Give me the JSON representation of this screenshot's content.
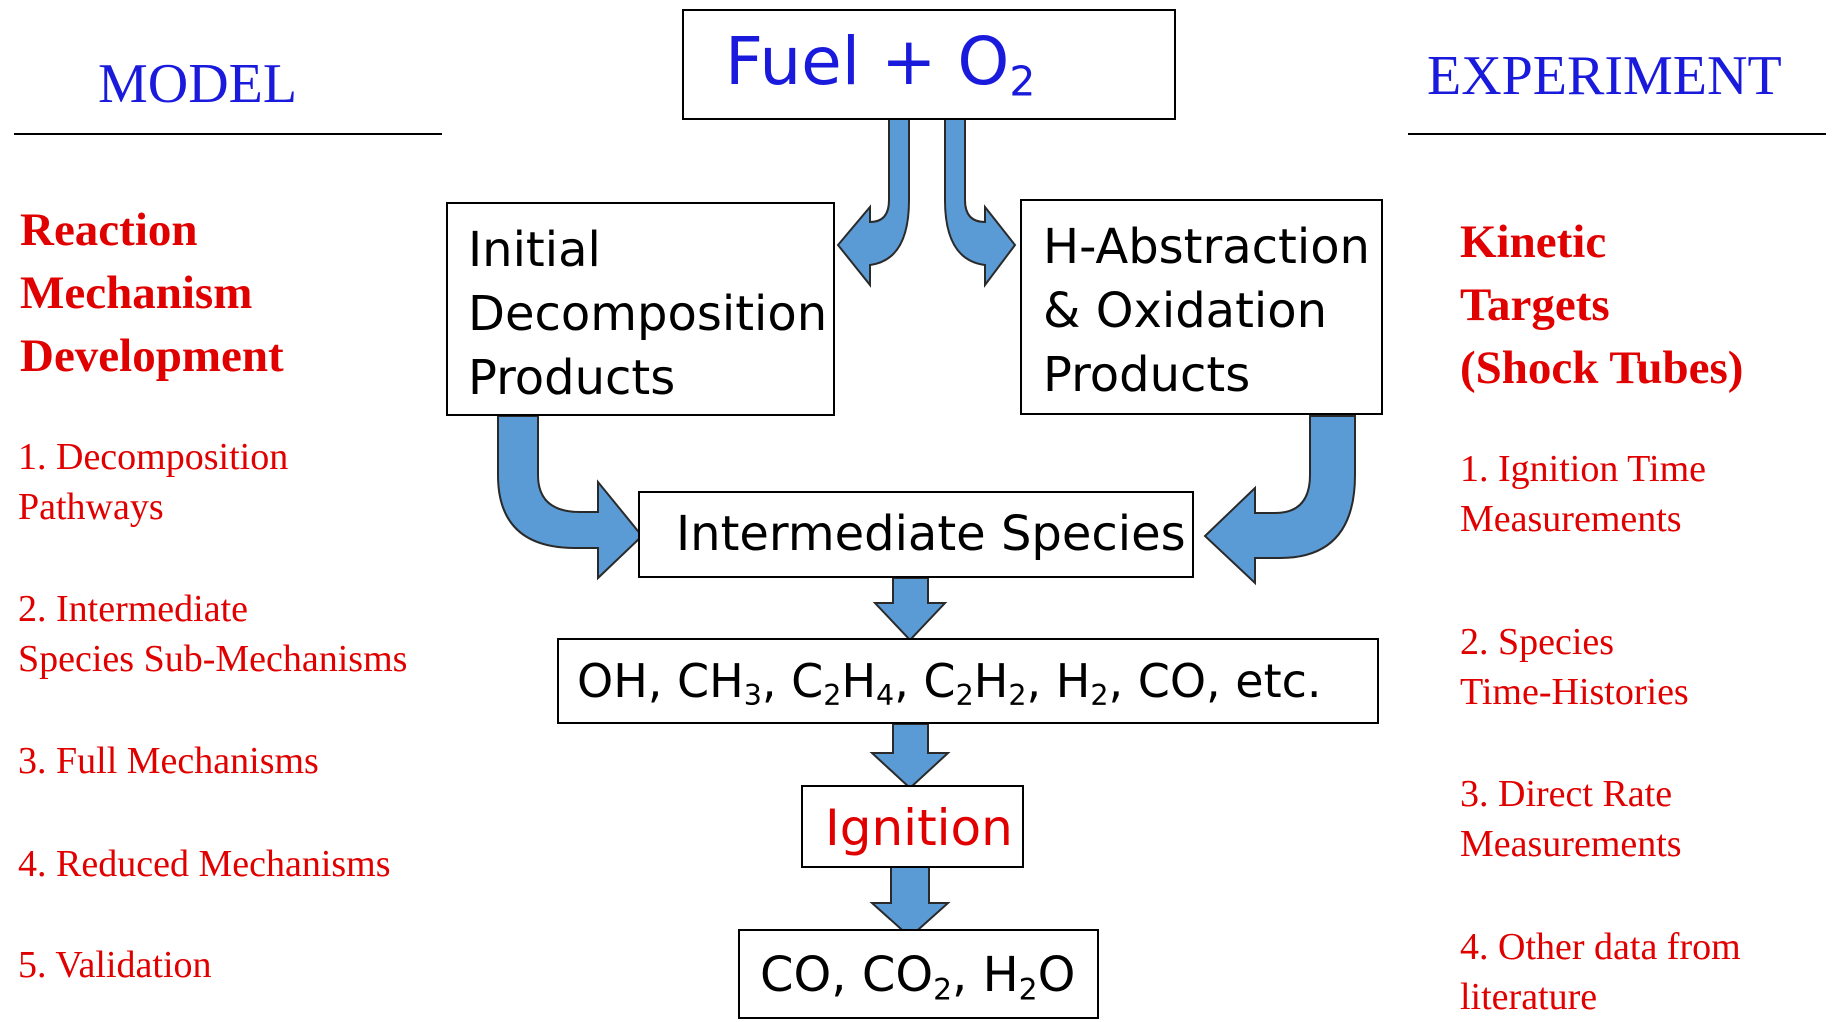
{
  "left": {
    "header": "MODEL",
    "title_lines": [
      "Reaction",
      "Mechanism",
      "Development"
    ],
    "items": [
      {
        "lines": [
          "1. Decomposition",
          "Pathways"
        ]
      },
      {
        "lines": [
          "2. Intermediate",
          "Species Sub-Mechanisms"
        ]
      },
      {
        "lines": [
          "3. Full Mechanisms"
        ]
      },
      {
        "lines": [
          "4. Reduced Mechanisms"
        ]
      },
      {
        "lines": [
          "5. Validation"
        ]
      }
    ]
  },
  "right": {
    "header": "EXPERIMENT",
    "title_lines": [
      "Kinetic",
      "Targets",
      "(Shock Tubes)"
    ],
    "items": [
      {
        "lines": [
          "1. Ignition Time",
          "Measurements"
        ]
      },
      {
        "lines": [
          "2. Species",
          "Time-Histories"
        ]
      },
      {
        "lines": [
          "3. Direct Rate",
          "Measurements"
        ]
      },
      {
        "lines": [
          "4. Other data from",
          "literature"
        ]
      }
    ]
  },
  "flow": {
    "fuel": {
      "pre": "Fuel + O",
      "sub": "2"
    },
    "initial_lines": [
      "Initial",
      "Decomposition",
      "Products"
    ],
    "habs_lines": [
      "H-Abstraction",
      "& Oxidation",
      "Products"
    ],
    "intermediate": "Intermediate Species",
    "species": {
      "p1": "OH, CH",
      "s1": "3",
      "p2": ", C",
      "s2": "2",
      "p3": "H",
      "s3": "4",
      "p4": ", C",
      "s4": "2",
      "p5": "H",
      "s5": "2",
      "p6": ", H",
      "s6": "2",
      "p7": ", CO, etc."
    },
    "ignition": "Ignition",
    "products": {
      "p1": "CO, CO",
      "s1": "2",
      "p2": ", H",
      "s2": "2",
      "p3": "O"
    }
  },
  "colors": {
    "header_blue": "#1a1adc",
    "accent_red": "#e00000",
    "arrow_fill": "#5b9bd5",
    "arrow_stroke": "#2a2a2a"
  }
}
